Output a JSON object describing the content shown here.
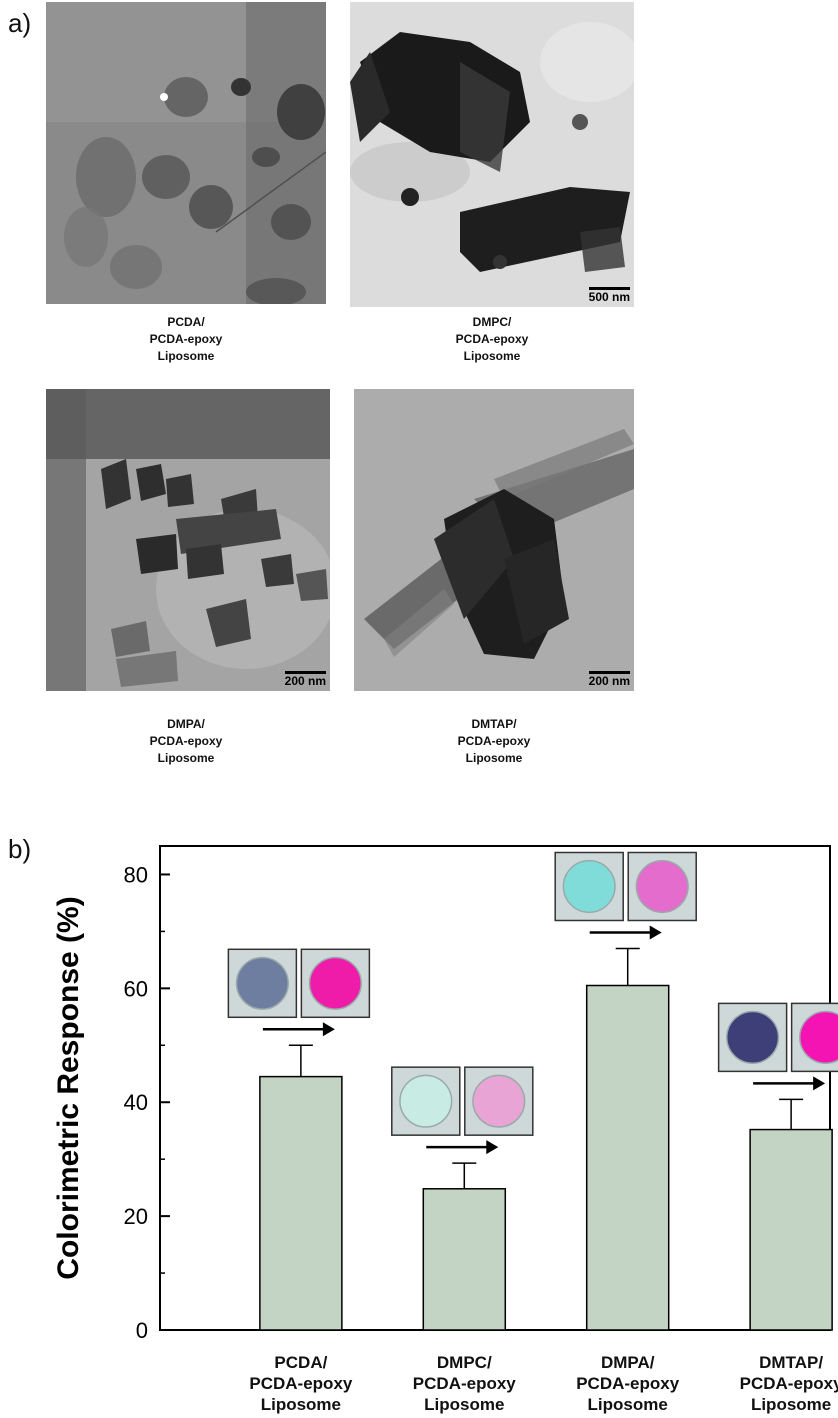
{
  "panel_a": {
    "label": "a)",
    "images": [
      {
        "name": "pcda",
        "scale_bar": "",
        "caption": [
          "PCDA/",
          "PCDA-epoxy",
          "Liposome"
        ]
      },
      {
        "name": "dmpc",
        "scale_bar": "500 nm",
        "caption": [
          "DMPC/",
          "PCDA-epoxy",
          "Liposome"
        ]
      },
      {
        "name": "dmpa",
        "scale_bar": "200 nm",
        "caption": [
          "DMPA/",
          "PCDA-epoxy",
          "Liposome"
        ]
      },
      {
        "name": "dmtap",
        "scale_bar": "200 nm",
        "caption": [
          "DMTAP/",
          "PCDA-epoxy",
          "Liposome"
        ]
      }
    ]
  },
  "panel_b": {
    "label": "b)"
  },
  "chart_data": {
    "type": "bar",
    "categories": [
      [
        "PCDA/",
        "PCDA-epoxy",
        "Liposome"
      ],
      [
        "DMPC/",
        "PCDA-epoxy",
        "Liposome"
      ],
      [
        "DMPA/",
        "PCDA-epoxy",
        "Liposome"
      ],
      [
        "DMTAP/",
        "PCDA-epoxy",
        "Liposome"
      ]
    ],
    "values": [
      44.5,
      24.8,
      60.5,
      35.2
    ],
    "errors": [
      5.5,
      4.5,
      6.5,
      5.3
    ],
    "xlabel": "",
    "ylabel": "Colorimetric Response (%)",
    "ylim": [
      0,
      85
    ],
    "yticks": [
      0,
      20,
      40,
      60,
      80
    ],
    "bar_color": "#c4d4c4",
    "grid": false,
    "insets": [
      {
        "before": "#6e7ea0",
        "after": "#ee1ca8"
      },
      {
        "before": "#c8ece4",
        "after": "#e8a4d4"
      },
      {
        "before": "#80dcd8",
        "after": "#e46ccc"
      },
      {
        "before": "#3e3e78",
        "after": "#f414b4"
      }
    ]
  }
}
